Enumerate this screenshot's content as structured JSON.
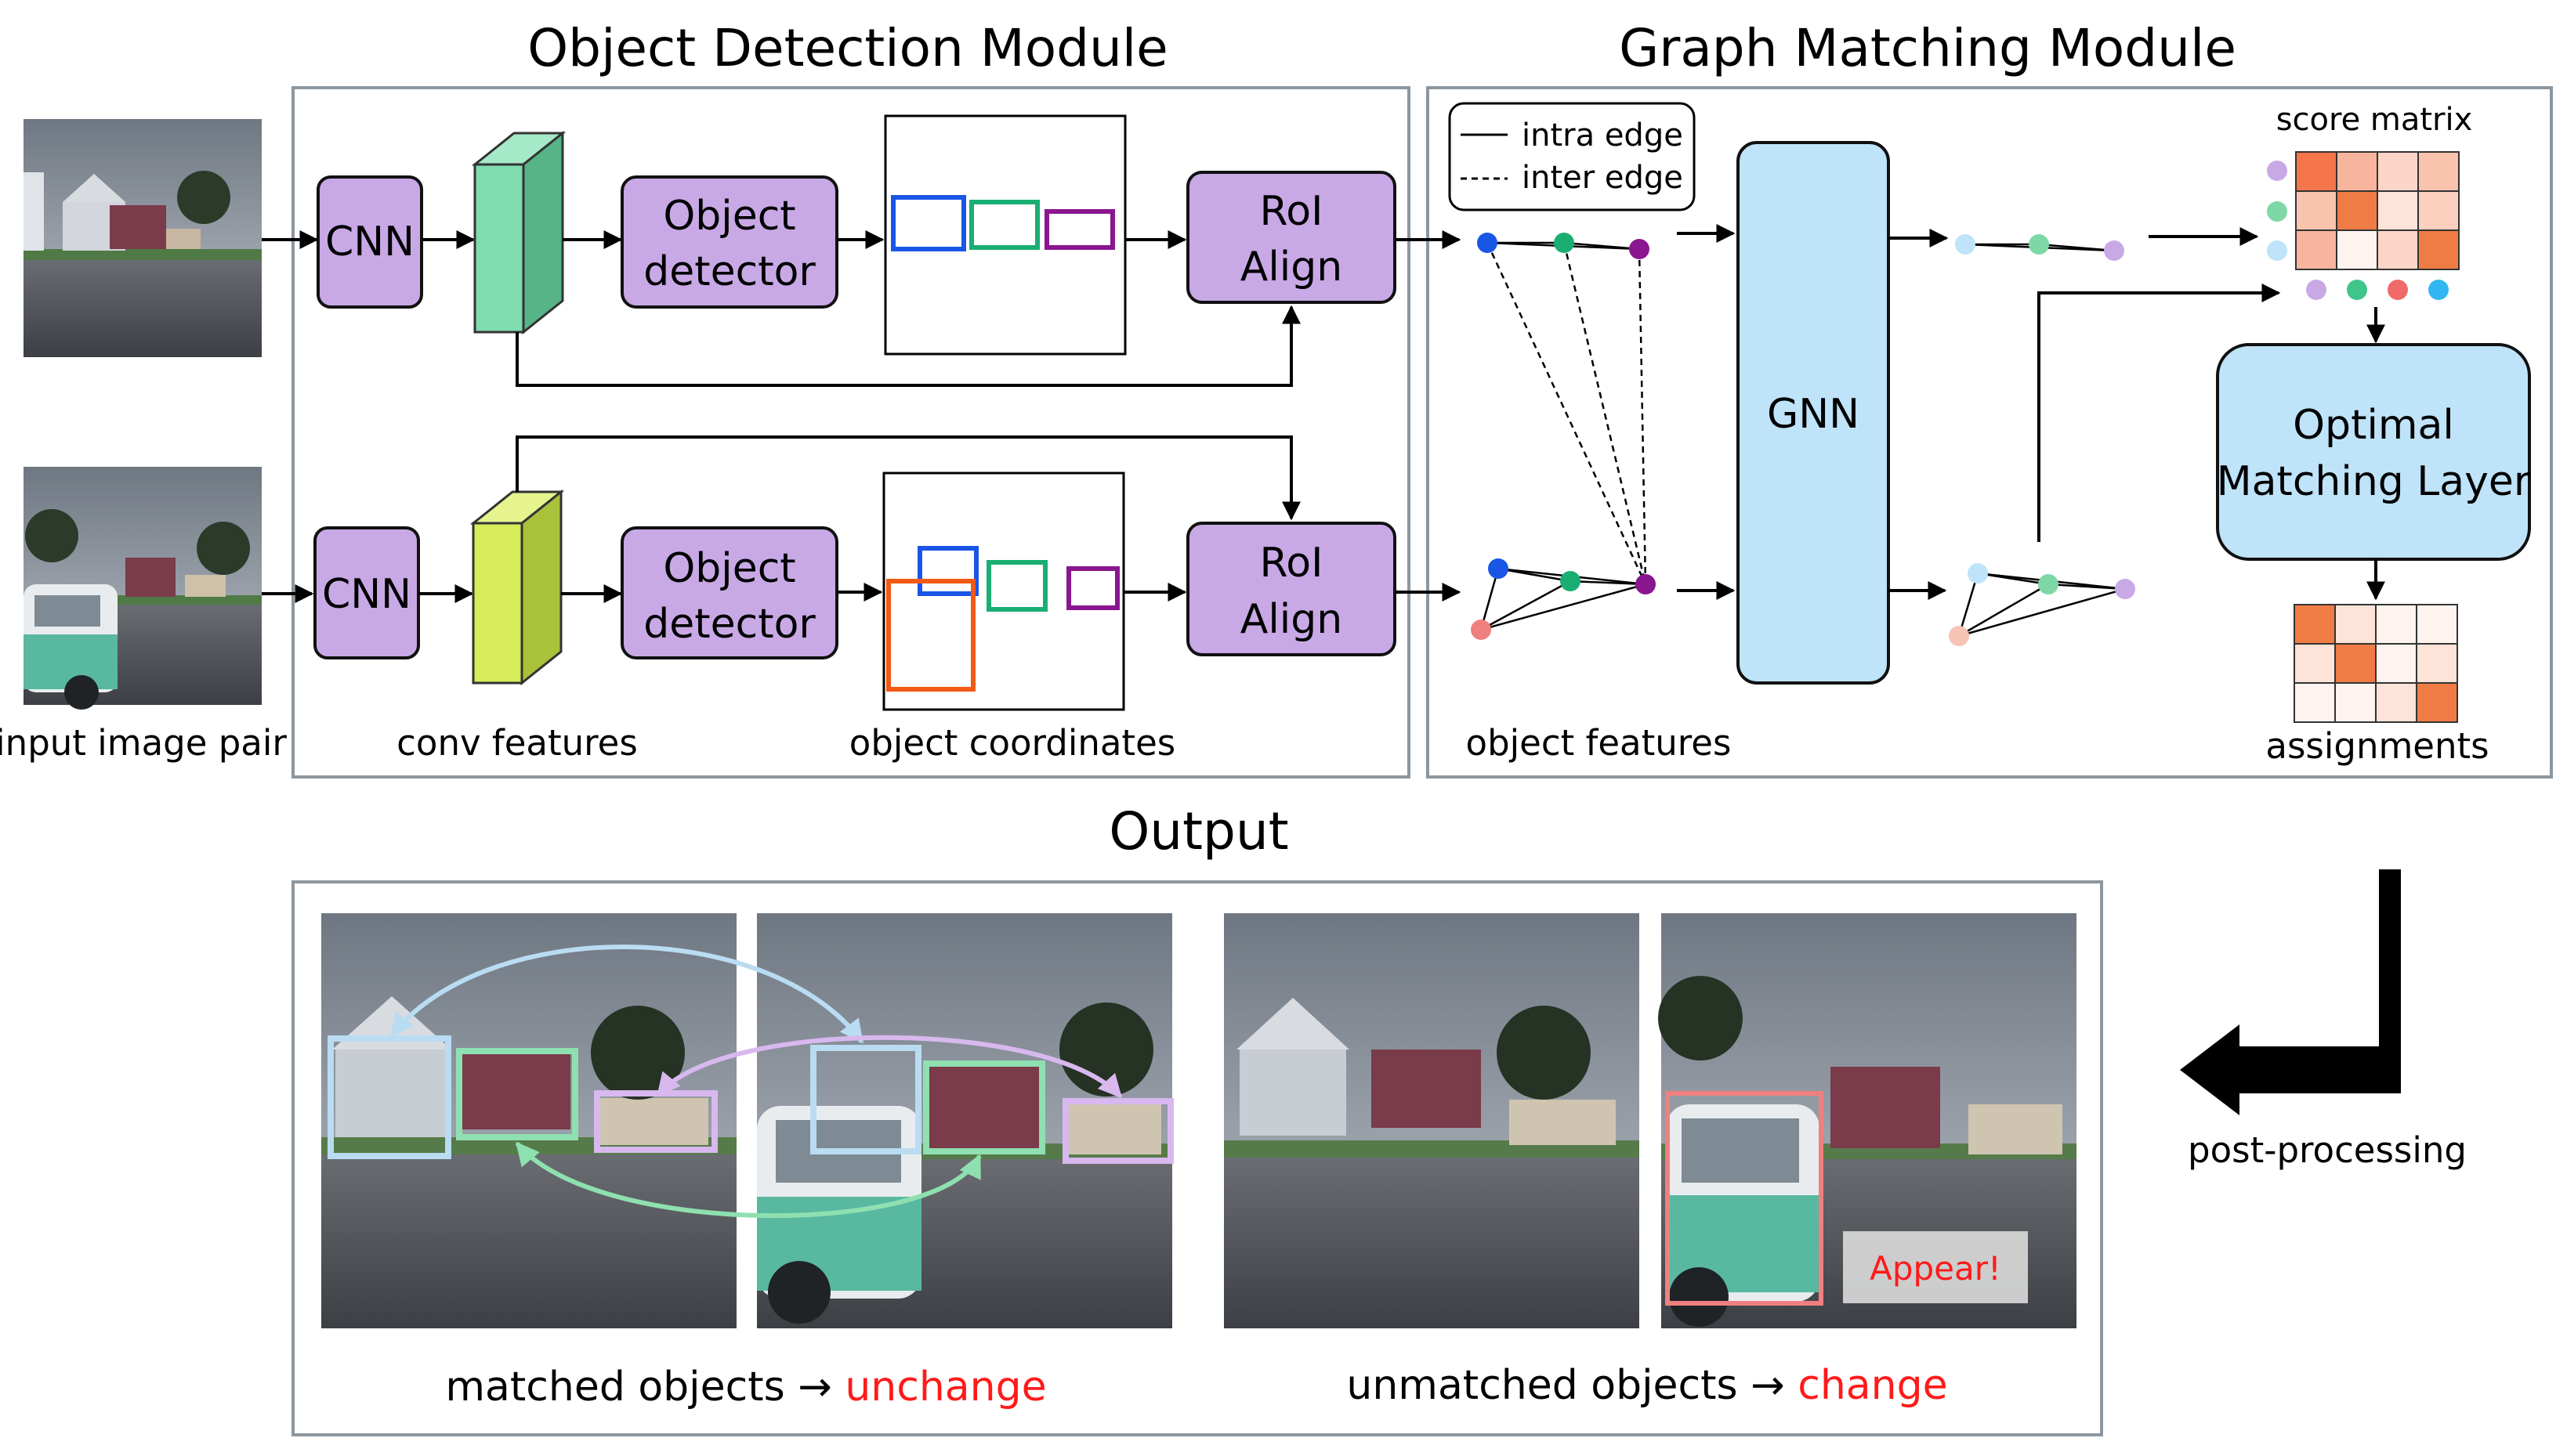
{
  "modules": {
    "detection_title": "Object Detection Module",
    "matching_title": "Graph Matching Module",
    "output_title": "Output"
  },
  "blocks": {
    "cnn": "CNN",
    "object_detector_line1": "Object",
    "object_detector_line2": "detector",
    "roi_line1": "RoI",
    "roi_line2": "Align",
    "gnn": "GNN",
    "optimal_line1": "Optimal",
    "optimal_line2": "Matching Layer"
  },
  "captions": {
    "input_pair": "input image pair",
    "conv_features": "conv features",
    "object_coordinates": "object coordinates",
    "object_features": "object features",
    "score_matrix": "score matrix",
    "assignments": "assignments",
    "post_processing": "post-processing"
  },
  "legend": {
    "intra": "intra edge",
    "inter": "inter edge"
  },
  "output": {
    "matched_prefix": "matched objects → ",
    "matched_result": "unchange",
    "unmatched_prefix": "unmatched objects → ",
    "unmatched_result": "change",
    "appear_label": "Appear!"
  },
  "colors": {
    "cnn_block": "#c8a9e6",
    "gnn_block": "#bfe3f8",
    "feature_top": "#7fdcae",
    "feature_bottom": "#d6ec5a",
    "highlight_red": "#ff1a1a",
    "score_high": "#f07c45",
    "node_blue": "#1a56e6",
    "node_green": "#1aae73",
    "node_purple": "#8a168f",
    "node_pink": "#f08080"
  }
}
